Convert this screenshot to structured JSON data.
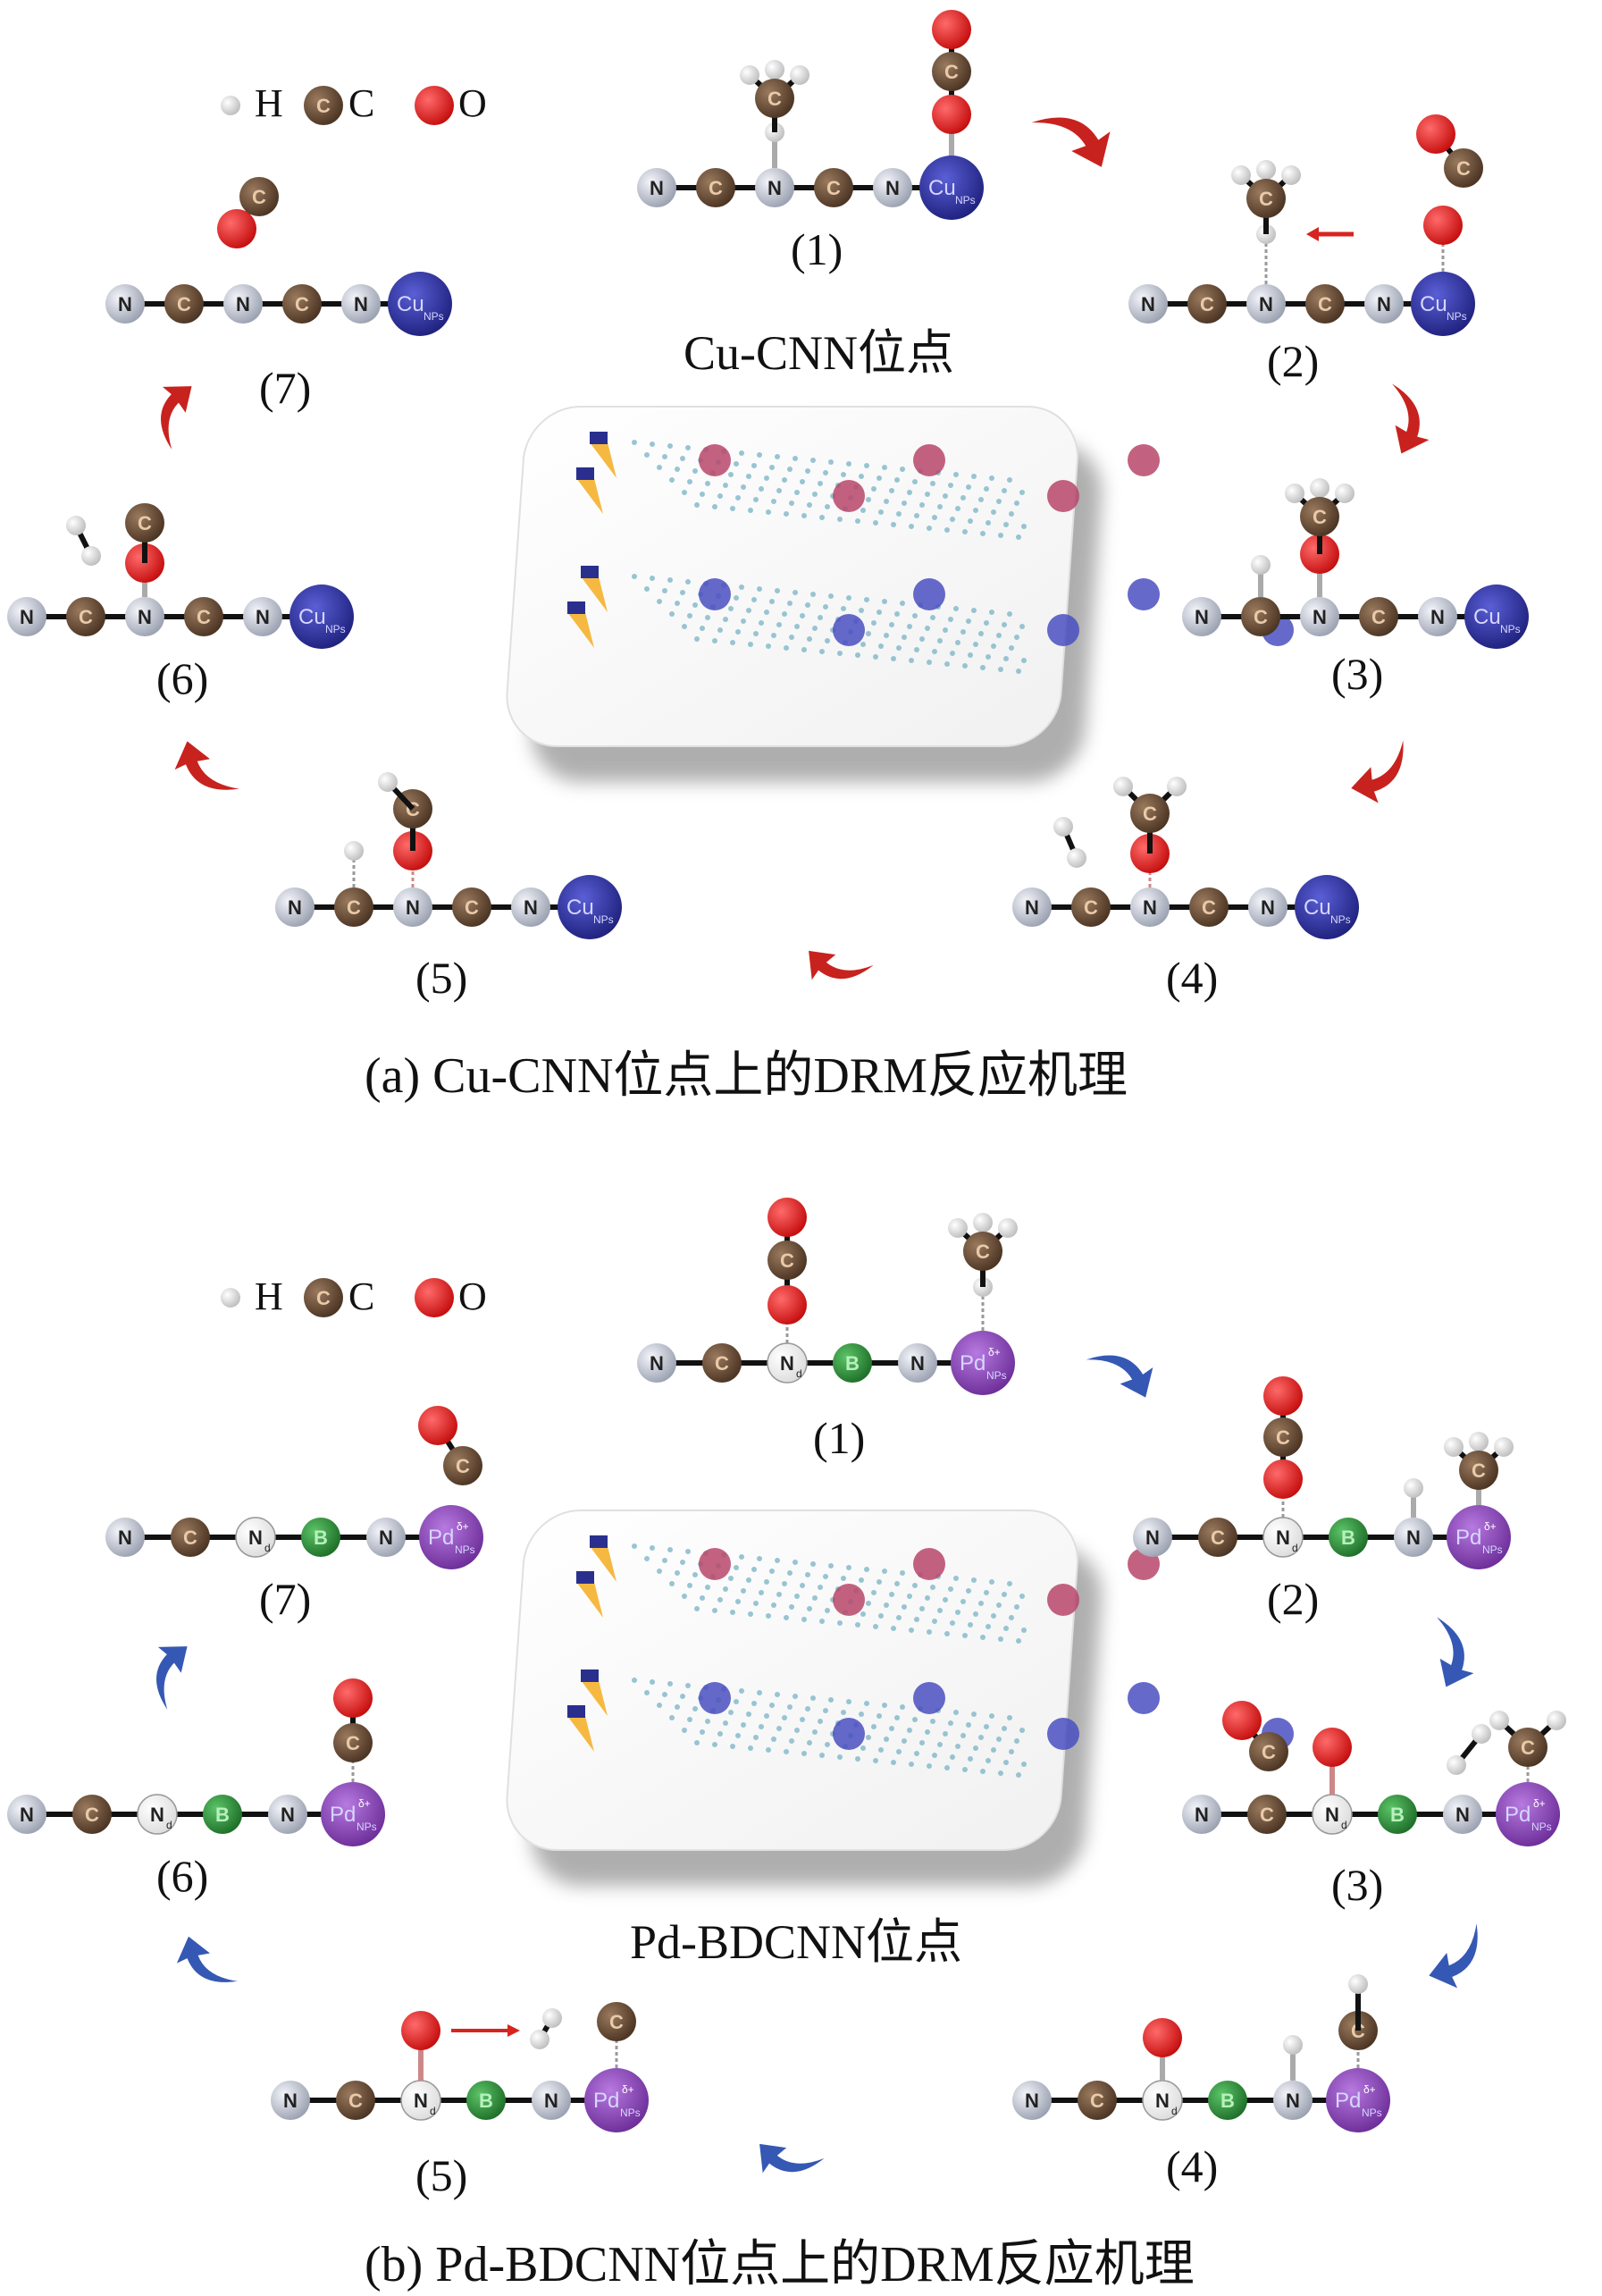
{
  "figure": {
    "legend": {
      "items": [
        {
          "symbol": "H",
          "label": "H",
          "color": "#d9d9d9"
        },
        {
          "symbol": "C",
          "label": "C",
          "color": "#5c4331"
        },
        {
          "symbol": "O",
          "label": "O",
          "color": "#e01b1b"
        }
      ]
    },
    "colors": {
      "H": "#e6e6e6",
      "C": "#6b4e36",
      "N": "#c7ccd8",
      "O": "#e31c1c",
      "B": "#2f9a3c",
      "Nd": "#ffffff",
      "Cu": "#2b2e9e",
      "Pd": "#8a3db8",
      "arrow_a": "#c8221e",
      "arrow_b": "#3558b4",
      "hop_arrow": "#d8241f",
      "bond": "#111111"
    },
    "panels": [
      {
        "id": "a",
        "site_label": "Cu-CNN位点",
        "caption": "(a) Cu-CNN位点上的DRM反应机理",
        "metal": "Cu",
        "metal_text": "Cu",
        "metal_sub": "NPs",
        "chain": [
          "N",
          "C",
          "N",
          "C",
          "N"
        ],
        "steps": [
          {
            "label": "(1)",
            "description": "CH4 H-bonded to N; CO2 adsorbed on Cu"
          },
          {
            "label": "(2)",
            "description": "CO released; O on Cu migrates toward N (arrow)"
          },
          {
            "label": "(3)",
            "description": "H on C; OCH3 on N"
          },
          {
            "label": "(4)",
            "description": "H2 released; OCH2 on N"
          },
          {
            "label": "(5)",
            "description": "H on C; OCH on N"
          },
          {
            "label": "(6)",
            "description": "H2 released; OC on N"
          },
          {
            "label": "(7)",
            "description": "CO desorbed; clean Cu-CNN site"
          }
        ]
      },
      {
        "id": "b",
        "site_label": "Pd-BDCNN位点",
        "caption": "(b) Pd-BDCNN位点上的DRM反应机理",
        "metal": "Pd",
        "metal_text": "Pd",
        "metal_sup": "δ+",
        "metal_sub": "NPs",
        "chain": [
          "N",
          "C",
          "Nd",
          "B",
          "N"
        ],
        "steps": [
          {
            "label": "(1)",
            "description": "CO2 on N_d; CH4 H-bonded to Pd"
          },
          {
            "label": "(2)",
            "description": "H on N; CH3 on Pd"
          },
          {
            "label": "(3)",
            "description": "CO released; O on N_d; H2 released; CH2 on Pd"
          },
          {
            "label": "(4)",
            "description": "O on N_d; H on N; CH on Pd"
          },
          {
            "label": "(5)",
            "description": "O on N_d reacts with H2 (arrow); C on Pd"
          },
          {
            "label": "(6)",
            "description": "CO on Pd"
          },
          {
            "label": "(7)",
            "description": "CO desorbed; clean Pd-BDCNN site"
          }
        ]
      }
    ]
  }
}
